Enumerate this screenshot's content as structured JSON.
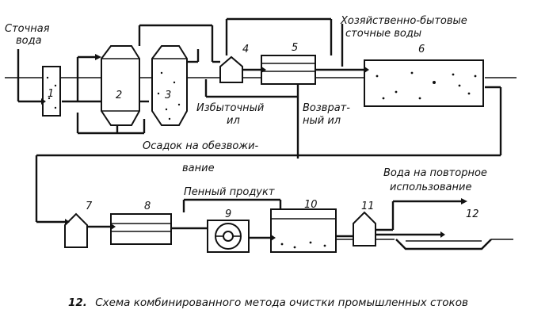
{
  "labels": {
    "wastewater_in": [
      "Сточная",
      "вода"
    ],
    "domestic_wastewater": [
      "Хозяйственно-бытовые",
      "сточные воды"
    ],
    "excess_sludge": [
      "Избыточный",
      "ил"
    ],
    "return_sludge": [
      "Возврат-",
      "ный ил"
    ],
    "sediment": [
      "Осадок на обезвожи-",
      "вание"
    ],
    "foam_product": "Пенный продукт",
    "reuse_water": [
      "Вода на повторное",
      "использование"
    ]
  },
  "units": [
    "1",
    "2",
    "3",
    "4",
    "5",
    "6",
    "7",
    "8",
    "9",
    "10",
    "11",
    "12"
  ],
  "caption": {
    "number": "12.",
    "text": "Схема комбинированного метода очистки промышленных стоков"
  }
}
